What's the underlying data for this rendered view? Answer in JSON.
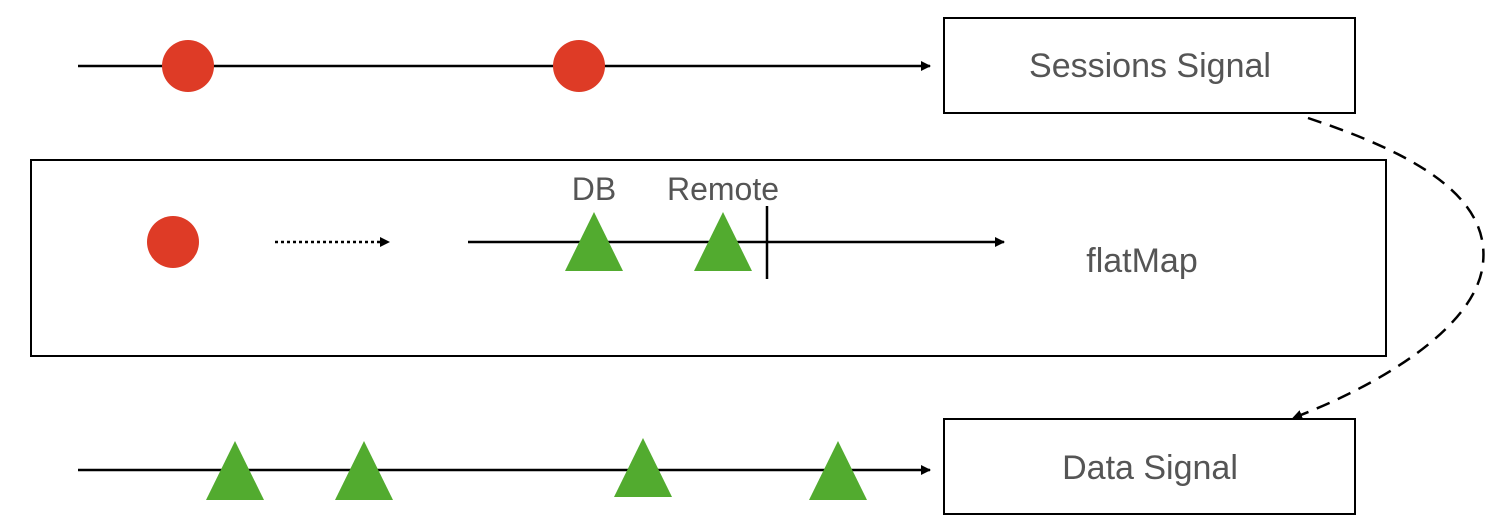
{
  "boxes": {
    "sessions_signal": "Sessions Signal",
    "flatmap": "flatMap",
    "data_signal": "Data Signal"
  },
  "labels": {
    "db": "DB",
    "remote": "Remote"
  },
  "colors": {
    "event_red": "#de3b26",
    "event_green": "#52ab2f",
    "line": "#000000",
    "text": "#555555"
  },
  "icons": {
    "session_event": "red-circle",
    "data_event": "green-triangle"
  }
}
